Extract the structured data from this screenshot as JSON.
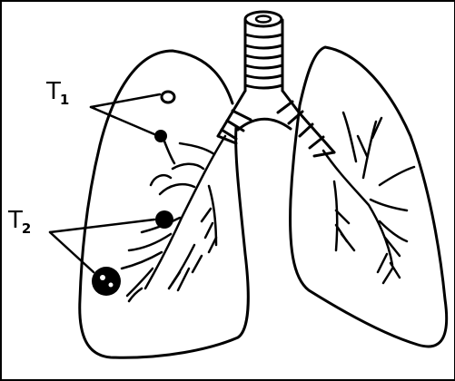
{
  "diagram": {
    "labels": [
      {
        "id": "t1",
        "letter": "T",
        "subscript": "1"
      },
      {
        "id": "t2",
        "letter": "T",
        "subscript": "2"
      }
    ],
    "colors": {
      "ink": "#000000",
      "paper": "#ffffff"
    }
  }
}
